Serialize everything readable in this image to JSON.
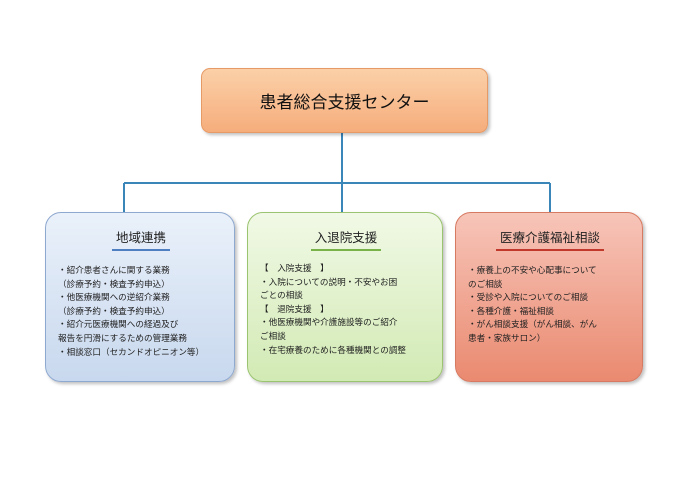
{
  "center": {
    "title": "患者総合支援センター"
  },
  "departments": [
    {
      "title": "地域連携",
      "items": [
        "・紹介患者さんに関する業務",
        "（診療予約・検査予約申込）",
        "・他医療機関への逆紹介業務",
        "（診療予約・検査予約申込）",
        "・紹介元医療機関への経過及び",
        "報告を円滑にするための管理業務",
        "・相談窓口（セカンドオピニオン等）"
      ]
    },
    {
      "title": "入退院支援",
      "items": [
        "【　入院支援　】",
        "・入院についての説明・不安やお困",
        "ごとの相談",
        "【　退院支援　】",
        "・他医療機関や介護施設等のご紹介",
        "ご相談",
        "・在宅療養のために各種機関との調整"
      ]
    },
    {
      "title": "医療介護福祉相談",
      "items": [
        "・療養上の不安や心配事について",
        "のご相談",
        "・受診や入院についてのご相談",
        "・各種介護・福祉相談",
        "・がん相談支援（がん相談、がん",
        "患者・家族サロン）"
      ]
    }
  ],
  "colors": {
    "connector": "#3a86b8",
    "center_fill": "#f6ad7c",
    "left_fill": "#c8d8ee",
    "mid_fill": "#d2eab4",
    "right_fill": "#ea8a70"
  }
}
